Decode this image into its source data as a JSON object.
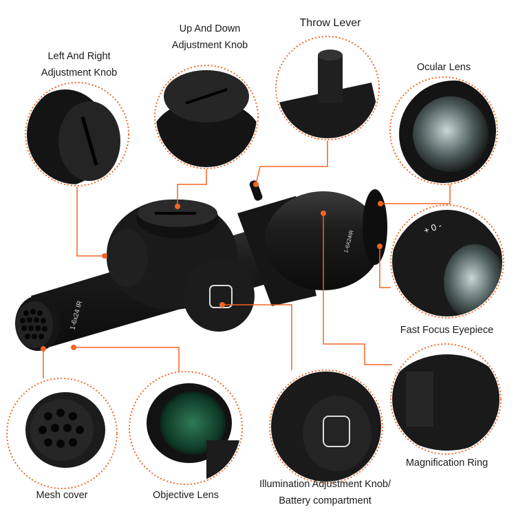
{
  "accent_color": "#f26522",
  "labels": {
    "left_right_knob": [
      "Left And Right",
      "Adjustment Knob"
    ],
    "up_down_knob": [
      "Up And Down",
      "Adjustment Knob"
    ],
    "throw_lever": "Throw Lever",
    "ocular_lens": "Ocular Lens",
    "fast_focus": "Fast Focus Eyepiece",
    "magnification_ring": "Magnification Ring",
    "illumination_knob": [
      "Illumination Adjustment Knob/",
      "Battery compartment"
    ],
    "objective_lens": "Objective Lens",
    "mesh_cover": "Mesh cover"
  },
  "scope_markings": {
    "tube": "1-6x24 IR",
    "ring": "1-6X24IR",
    "diopter": "+ 0 -"
  }
}
